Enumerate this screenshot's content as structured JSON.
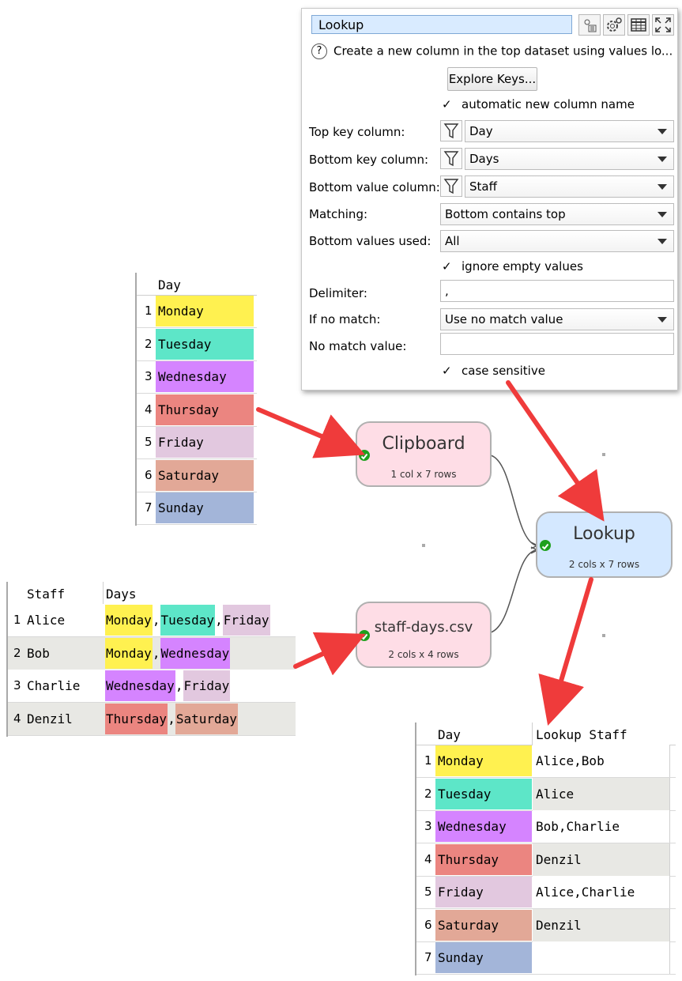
{
  "panel": {
    "title": "Lookup",
    "description": "Create a new column in the top dataset using values lo...",
    "explore_button": "Explore Keys...",
    "auto_name_label": "automatic new column name",
    "top_key_label": "Top key column:",
    "top_key_value": "Day",
    "bottom_key_label": "Bottom key column:",
    "bottom_key_value": "Days",
    "bottom_value_label": "Bottom value column:",
    "bottom_value_value": "Staff",
    "matching_label": "Matching:",
    "matching_value": "Bottom contains top",
    "values_used_label": "Bottom values used:",
    "values_used_value": "All",
    "ignore_empty_label": "ignore empty values",
    "delimiter_label": "Delimiter:",
    "delimiter_value": ",",
    "no_match_label": "If no match:",
    "no_match_value": "Use no match value",
    "no_match_value_label": "No match value:",
    "no_match_value_value": "",
    "case_sensitive_label": "case sensitive",
    "checkmark": "✓"
  },
  "day_table": {
    "header": "Day",
    "rows": [
      {
        "n": "1",
        "day": "Monday"
      },
      {
        "n": "2",
        "day": "Tuesday"
      },
      {
        "n": "3",
        "day": "Wednesday"
      },
      {
        "n": "4",
        "day": "Thursday"
      },
      {
        "n": "5",
        "day": "Friday"
      },
      {
        "n": "6",
        "day": "Saturday"
      },
      {
        "n": "7",
        "day": "Sunday"
      }
    ]
  },
  "staff_table": {
    "header_staff": "Staff",
    "header_days": "Days",
    "comma": ",",
    "rows": [
      {
        "n": "1",
        "staff": "Alice",
        "d1": "Monday",
        "d2": "Tuesday",
        "d3": "Friday"
      },
      {
        "n": "2",
        "staff": "Bob",
        "d1": "Monday",
        "d2": "Wednesday"
      },
      {
        "n": "3",
        "staff": "Charlie",
        "d1": "Wednesday",
        "d2": "Friday"
      },
      {
        "n": "4",
        "staff": "Denzil",
        "d1": "Thursday",
        "d2": "Saturday"
      }
    ]
  },
  "result_table": {
    "header_day": "Day",
    "header_staff": "Lookup Staff",
    "rows": [
      {
        "n": "1",
        "day": "Monday",
        "staff": "Alice,Bob"
      },
      {
        "n": "2",
        "day": "Tuesday",
        "staff": "Alice"
      },
      {
        "n": "3",
        "day": "Wednesday",
        "staff": "Bob,Charlie"
      },
      {
        "n": "4",
        "day": "Thursday",
        "staff": "Denzil"
      },
      {
        "n": "5",
        "day": "Friday",
        "staff": "Alice,Charlie"
      },
      {
        "n": "6",
        "day": "Saturday",
        "staff": "Denzil"
      },
      {
        "n": "7",
        "day": "Sunday",
        "staff": ""
      }
    ]
  },
  "nodes": {
    "clipboard_name": "Clipboard",
    "clipboard_dims": "1 col x 7 rows",
    "lookup_name": "Lookup",
    "lookup_dims": "2 cols x 7 rows",
    "staff_name": "staff-days.csv",
    "staff_dims": "2 cols x 4 rows"
  },
  "colors": {
    "Monday": "#fff150",
    "Tuesday": "#5de6c8",
    "Wednesday": "#d584ff",
    "Thursday": "#eb8580",
    "Friday": "#e2c8df",
    "Saturday": "#e2a897",
    "Sunday": "#a3b5d9",
    "node_pink": "#fedde6",
    "node_blue": "#d4e8ff",
    "arrow": "#ef3b3b"
  }
}
